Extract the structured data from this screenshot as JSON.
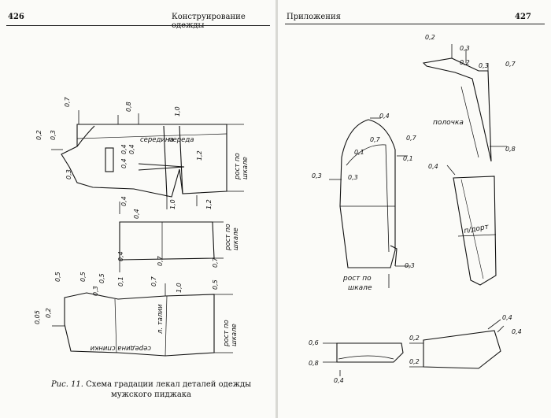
{
  "left_page": {
    "page_number": "426",
    "running_head": "Конструирование одежды",
    "caption_lead": "Рис. 11.",
    "caption_text": "Схема градации лекал деталей одежды мужского пиджака",
    "labels": {
      "seredina": "середина",
      "pereda": "переда",
      "rost_po": "рост по",
      "shkale": "шкале",
      "l_talii": "л. талии",
      "seredina_spinki": "середина спинки"
    },
    "measures": [
      "0,7",
      "0,8",
      "1,0",
      "0,2",
      "0,3",
      "0,4",
      "0,4",
      "0,4",
      "1,2",
      "0,3",
      "0,4",
      "1,0",
      "1,2",
      "0,4",
      "0,4",
      "0,7",
      "0,7",
      "0,5",
      "0,5",
      "0,3",
      "0,5",
      "0,1",
      "0,7",
      "1,0",
      "0,5",
      "0,05",
      "0,2"
    ]
  },
  "right_page": {
    "page_number": "427",
    "running_head": "Приложения",
    "labels": {
      "polochka": "полочка",
      "dort": "п/дорт",
      "rost_po": "рост по",
      "shkale": "шкале"
    },
    "measures": [
      "0,2",
      "0,3",
      "0,2",
      "0,3",
      "0,7",
      "0,4",
      "0,7",
      "0,7",
      "0,1",
      "0,1",
      "0,3",
      "0,3",
      "0,8",
      "0,4",
      "0,3",
      "0,6",
      "0,2",
      "0,8",
      "0,2",
      "0,4",
      "0,4",
      "0,4"
    ]
  }
}
